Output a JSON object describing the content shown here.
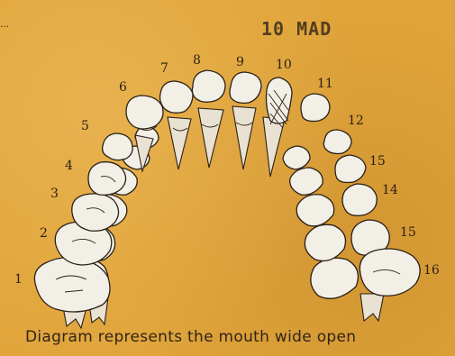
{
  "stamp": "10 MAD",
  "caption": "Diagram represents the mouth wide open",
  "dot_mark": "…",
  "teeth": [
    {
      "number": "1"
    },
    {
      "number": "2"
    },
    {
      "number": "3"
    },
    {
      "number": "4"
    },
    {
      "number": "5"
    },
    {
      "number": "6"
    },
    {
      "number": "7"
    },
    {
      "number": "8"
    },
    {
      "number": "9"
    },
    {
      "number": "10"
    },
    {
      "number": "11"
    },
    {
      "number": "12"
    },
    {
      "number": "15"
    },
    {
      "number": "14"
    },
    {
      "number": "15"
    },
    {
      "number": "16"
    }
  ],
  "colors": {
    "paper": "#e0a43a",
    "ink": "#2b2018",
    "tooth": "#f2efe6"
  }
}
